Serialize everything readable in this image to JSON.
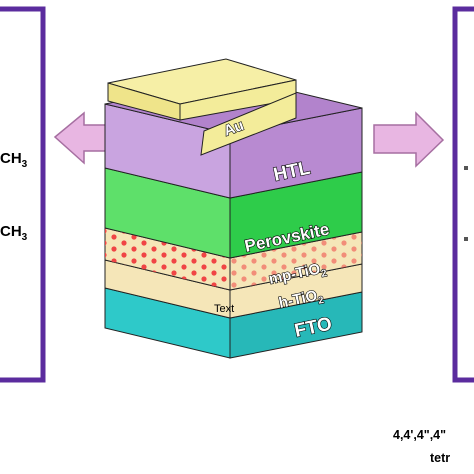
{
  "diagram": {
    "layers": {
      "au": "Au",
      "htl": "HTL",
      "perovskite": "Perovskite",
      "mp_tio2": {
        "main": "mp-TiO",
        "sub": "2"
      },
      "h_tio2": {
        "main": "h-TiO",
        "sub": "2"
      },
      "fto": "FTO"
    },
    "overlay_text": "Text",
    "left_panel": {
      "lines": [
        {
          "main": "CH",
          "sub": "3"
        },
        {
          "main": "CH",
          "sub": "3"
        }
      ]
    },
    "right_panel": {
      "caption_line1": "4,4',4\",4\"",
      "caption_line2": "tetr"
    },
    "colors": {
      "panel_border": "#5b2c9e",
      "arrow": "#e8b6e2",
      "au": "#f3ec9a",
      "htl": "#b88ad1",
      "perovskite": "#2ecc4a",
      "tio2": "#f5e6b8",
      "dots": "#f04545",
      "fto": "#2ec9c9"
    }
  }
}
